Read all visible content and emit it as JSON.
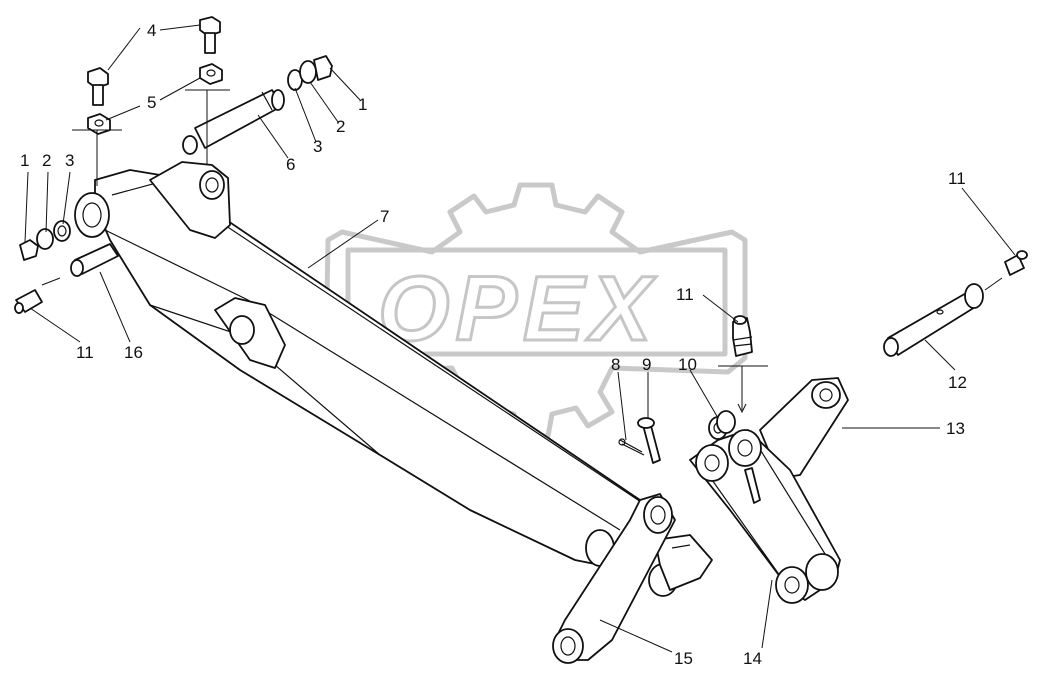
{
  "watermark": {
    "text": "OPEX"
  },
  "callouts": {
    "c1a": "1",
    "c1b": "1",
    "c2a": "2",
    "c2b": "2",
    "c3a": "3",
    "c3b": "3",
    "c4": "4",
    "c5": "5",
    "c6": "6",
    "c7": "7",
    "c8": "8",
    "c9": "9",
    "c10": "10",
    "c11a": "11",
    "c11b": "11",
    "c11c": "11",
    "c12": "12",
    "c13": "13",
    "c14": "14",
    "c15": "15",
    "c16": "16"
  }
}
